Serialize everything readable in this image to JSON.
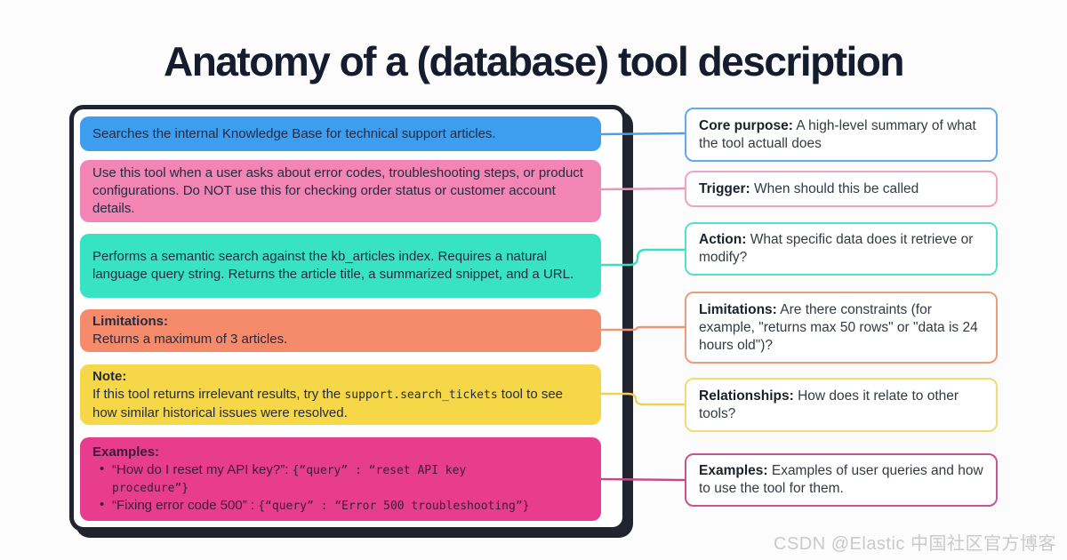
{
  "title": "Anatomy of a (database) tool description",
  "watermark": "CSDN @Elastic 中国社区官方博客",
  "panel": {
    "blocks": [
      {
        "name": "core-purpose",
        "bg": "#3d9ef0",
        "text": "Searches the internal Knowledge Base for technical support articles."
      },
      {
        "name": "trigger",
        "bg": "#f385b5",
        "text": "Use this tool when a user asks about error codes, troubleshooting steps, or product configurations. Do NOT use this for checking order status or customer account details."
      },
      {
        "name": "action",
        "bg": "#38e3c3",
        "text": "Performs a semantic search against the kb_articles index. Requires a natural language query string. Returns the article title, a summarized snippet, and a URL."
      },
      {
        "name": "limitations",
        "bg": "#f68b6c",
        "heading": "Limitations:",
        "text": "Returns a maximum of 3 articles."
      },
      {
        "name": "note",
        "bg": "#f6d748",
        "heading": "Note:",
        "pre": "If this tool returns irrelevant results, try the ",
        "code": "support.search_tickets",
        "post": " tool to see how similar historical issues were resolved."
      },
      {
        "name": "examples",
        "bg": "#e83d8e",
        "heading": "Examples:",
        "bullets": [
          {
            "quote": "“How do I reset my API key?”: ",
            "code": "{“query” : “reset API key procedure”}"
          },
          {
            "quote": "“Fixing error code 500” : ",
            "code": "{“query” : “Error 500 troubleshooting”}"
          }
        ]
      }
    ]
  },
  "annotations": [
    {
      "label": "Core purpose:",
      "text": " A high-level summary of what the tool actuall does",
      "border": "#63a8f2",
      "line": "#4a9ff0"
    },
    {
      "label": "Trigger:",
      "text": " When should this be called",
      "border": "#f3a3c1",
      "line": "#ef93ba"
    },
    {
      "label": "Action:",
      "text": " What specific data does it retrieve or modify?",
      "border": "#55e0c6",
      "line": "#3ddfc3"
    },
    {
      "label": "Limitations:",
      "text": " Are there constraints (for example, \"returns max 50 rows\" or \"data is 24 hours old\")?",
      "border": "#f09a7d",
      "line": "#f09478"
    },
    {
      "label": "Relationships:",
      "text": " How does it relate to other tools?",
      "border": "#f3da74",
      "line": "#f0d156"
    },
    {
      "label": "Examples:",
      "text": " Examples of user queries and how to use the tool for them.",
      "border": "#c8538f",
      "line": "#bf4d8e"
    }
  ]
}
